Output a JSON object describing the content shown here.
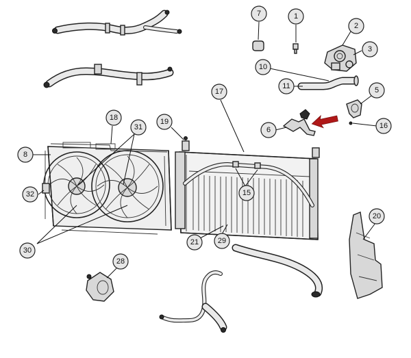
{
  "diagram": {
    "callouts": [
      "1",
      "2",
      "3",
      "5",
      "6",
      "7",
      "8",
      "10",
      "11",
      "15",
      "16",
      "17",
      "18",
      "19",
      "20",
      "21",
      "28",
      "29",
      "30",
      "31",
      "32"
    ],
    "highlight_arrow_color": "#b01818",
    "stroke_color": "#222222"
  }
}
